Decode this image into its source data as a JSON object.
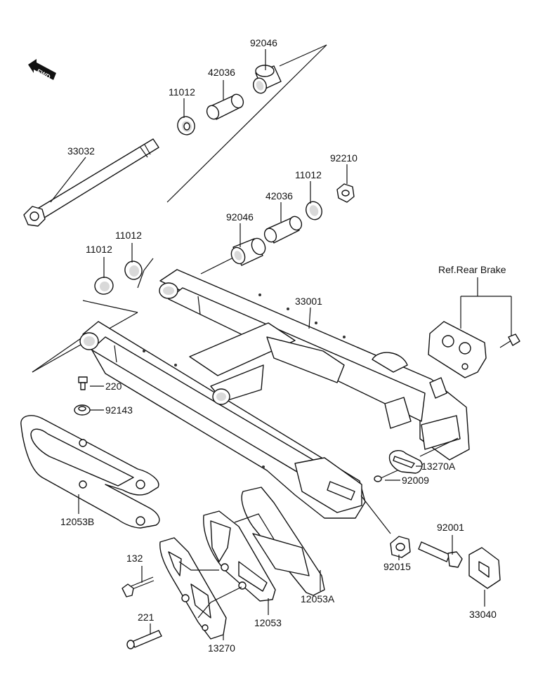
{
  "fwd_label": "FWD",
  "labels": {
    "p92046_top": "92046",
    "p42036_top": "42036",
    "p11012_top": "11012",
    "p33032": "33032",
    "p92210": "92210",
    "p11012_right": "11012",
    "p42036_mid": "42036",
    "p92046_mid": "92046",
    "p11012_left_a": "11012",
    "p11012_left_b": "11012",
    "ref_rear_brake": "Ref.Rear Brake",
    "p33001": "33001",
    "p220": "220",
    "p92143": "92143",
    "p13270A": "13270A",
    "p92009": "92009",
    "p12053B": "12053B",
    "p92001": "92001",
    "p92015": "92015",
    "p132": "132",
    "p12053A": "12053A",
    "p33040": "33040",
    "p12053": "12053",
    "p221": "221",
    "p13270": "13270"
  }
}
